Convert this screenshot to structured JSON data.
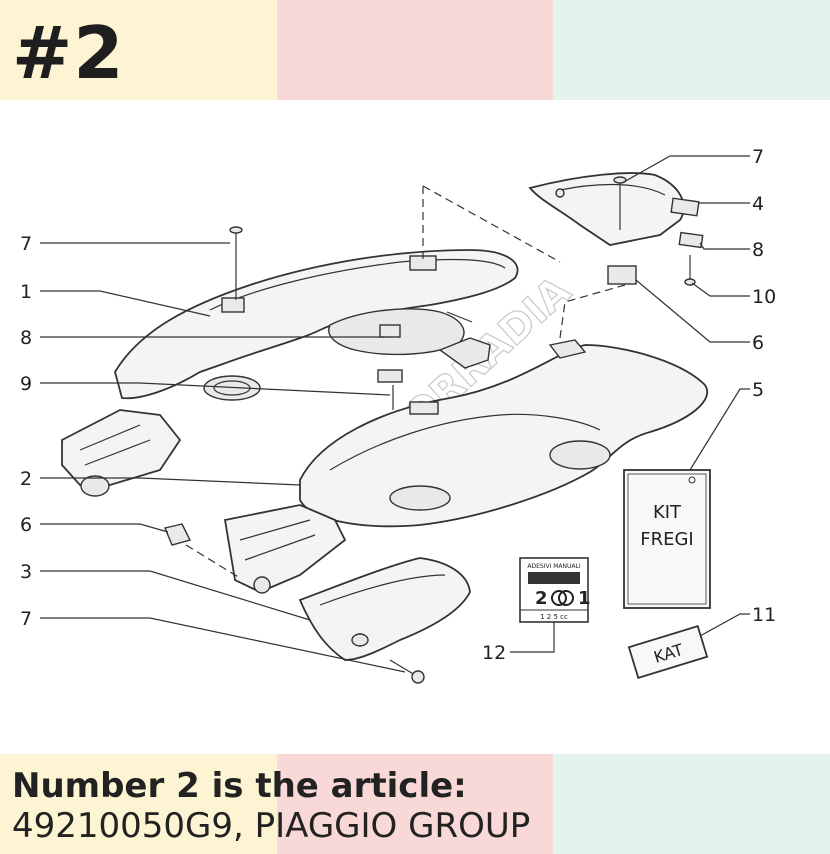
{
  "badge": "#2",
  "caption": {
    "title": "Number 2 is the article:",
    "part": "49210050G9, PIAGGIO GROUP"
  },
  "diagram": {
    "callouts": {
      "c7_top_right": "7",
      "c4": "4",
      "c8_right": "8",
      "c10": "10",
      "c6_right": "6",
      "c5": "5",
      "c11": "11",
      "c12": "12",
      "c7_left_top": "7",
      "c1": "1",
      "c8_left": "8",
      "c9": "9",
      "c2": "2",
      "c6_left": "6",
      "c3": "3",
      "c7_left_bottom": "7"
    },
    "kit_label_line1": "KIT",
    "kit_label_line2": "FREGI",
    "kat_label": "KAT",
    "card_header": "ADESIVI MANUALI",
    "card_num_left": "2",
    "card_num_right": "1",
    "card_bottom": "1 2 5 cc",
    "watermark": "MOTORRADIA"
  },
  "colors": {
    "band_yellow": "#fdf4d3",
    "band_pink": "#f9d8d8",
    "band_mint": "#e4f3ec"
  }
}
